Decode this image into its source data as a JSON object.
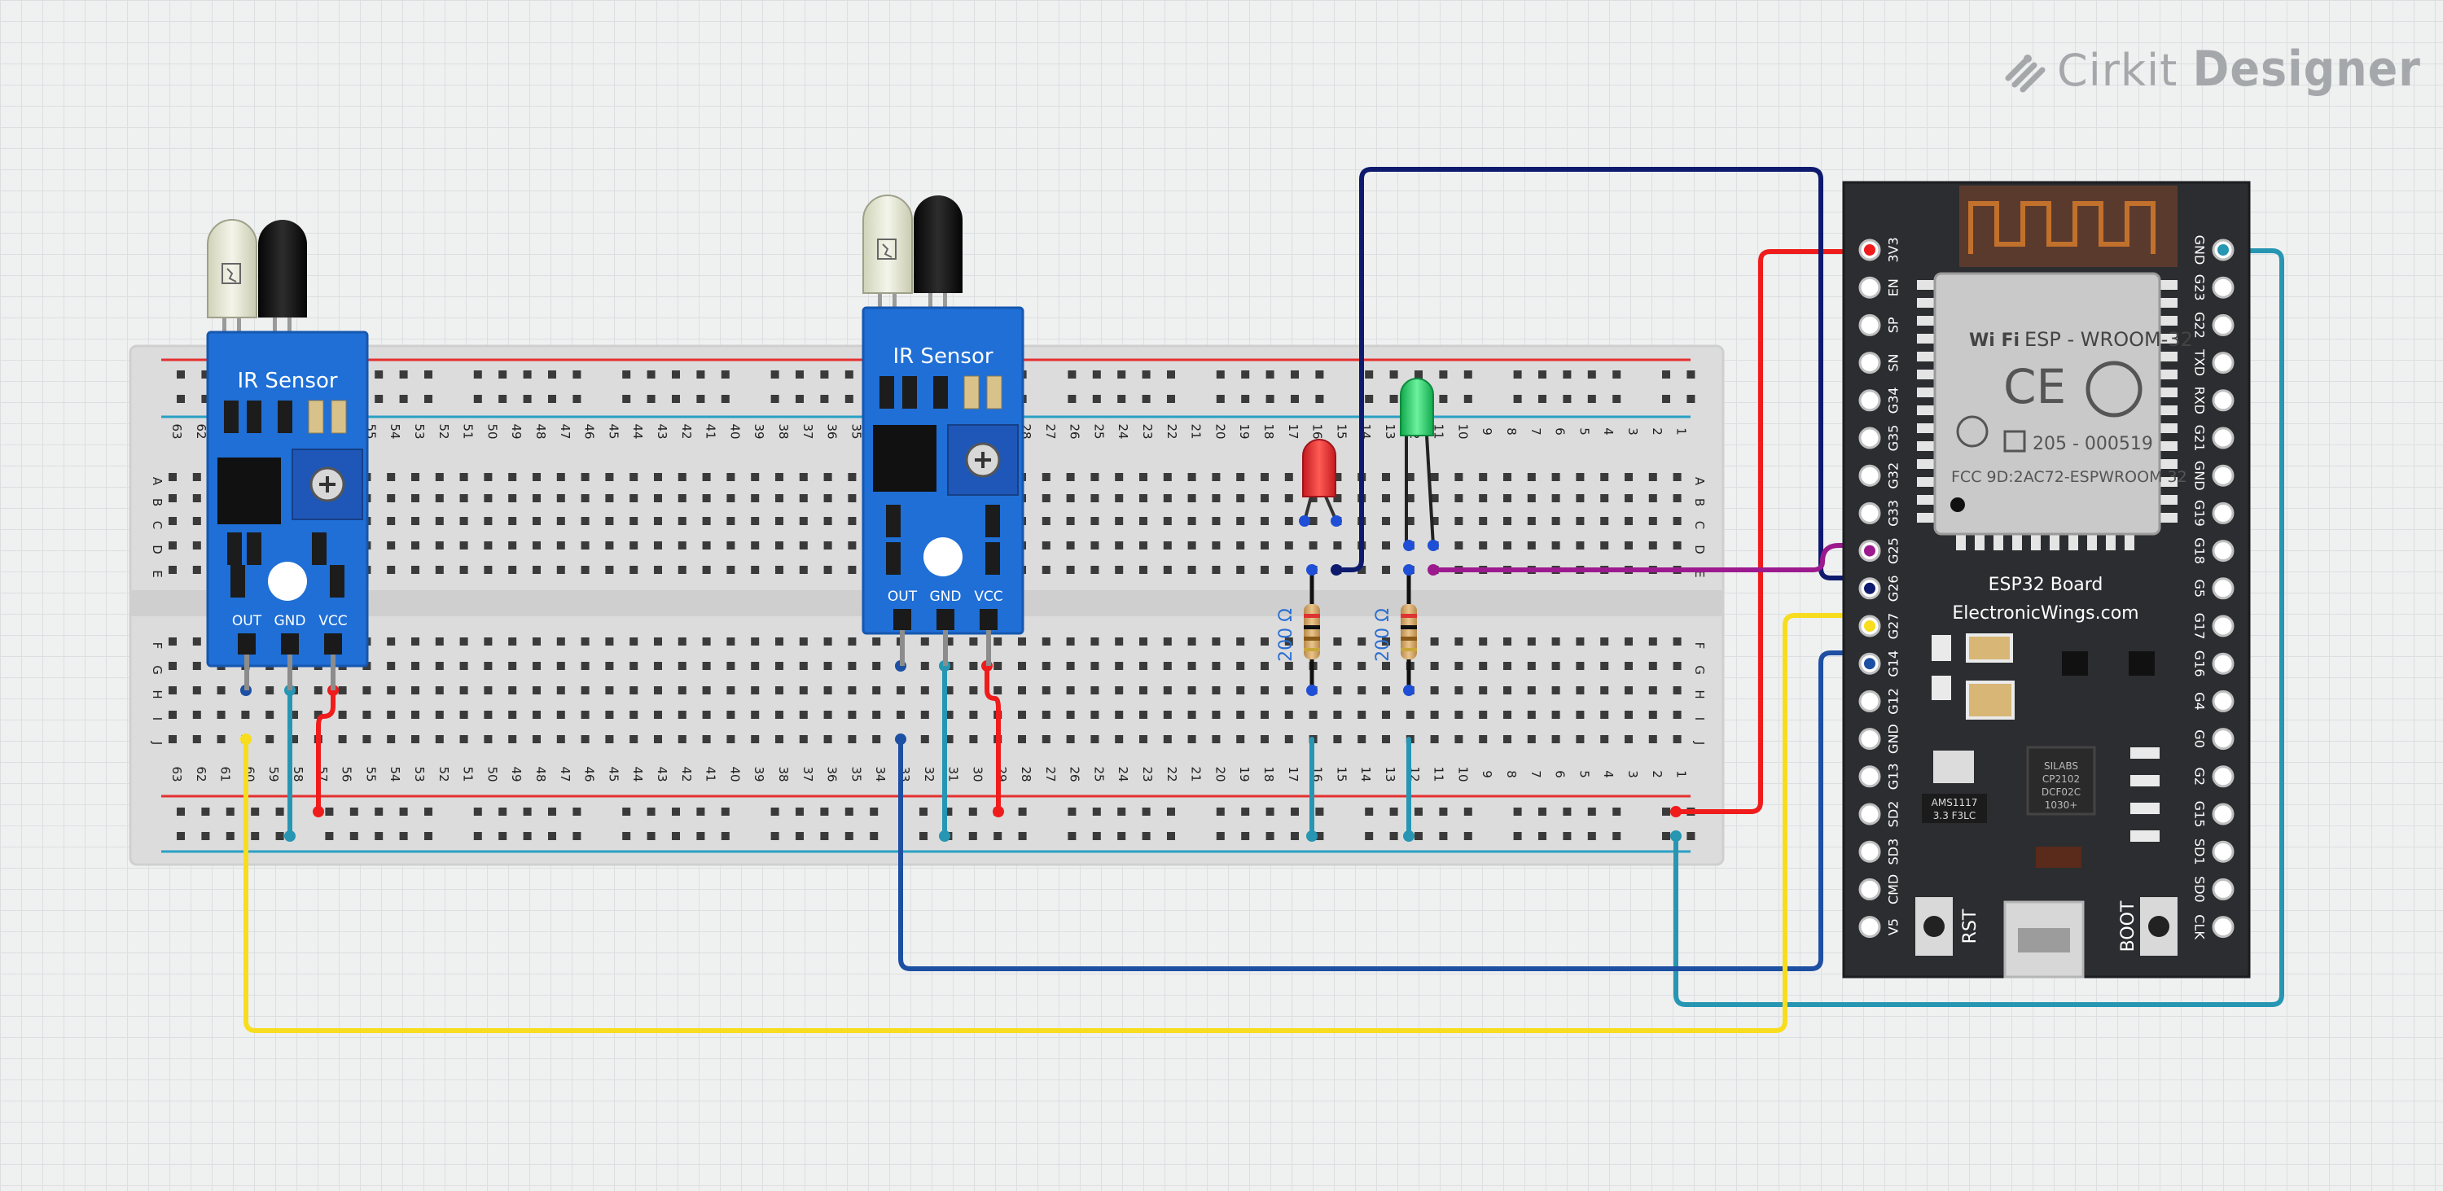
{
  "brand": {
    "name_part1": "Cirkit ",
    "name_part2": "Designer"
  },
  "breadboard": {
    "column_count": 63,
    "row_letters": [
      "A",
      "B",
      "C",
      "D",
      "E",
      "F",
      "G",
      "H",
      "I",
      "J"
    ]
  },
  "ir_sensors": [
    {
      "title": "IR Sensor",
      "pins": [
        "OUT",
        "GND",
        "VCC"
      ]
    },
    {
      "title": "IR Sensor",
      "pins": [
        "OUT",
        "GND",
        "VCC"
      ]
    }
  ],
  "resistors": [
    {
      "label": "200 Ω"
    },
    {
      "label": "200 Ω"
    }
  ],
  "leds": [
    {
      "color": "red",
      "hex": "#e8383a"
    },
    {
      "color": "green",
      "hex": "#2fd66b"
    }
  ],
  "esp32": {
    "module_name": "ESP - WROOM-32",
    "wifi_text": "Wi Fi",
    "ce_text": "CE",
    "cert_number": "205 - 000519",
    "fcc_text": "FCC 9D:2AC72-ESPWROOM 32",
    "board_title": "ESP32 Board",
    "board_site": "ElectronicWings.com",
    "regulator_text": "AMS1117\n3.3 F3LC",
    "usb_chip_text": "SILABS\nCP2102\nDCF02C\n1030+",
    "left_pins": [
      "3V3",
      "EN",
      "SP",
      "SN",
      "G34",
      "G35",
      "G32",
      "G33",
      "G25",
      "G26",
      "G27",
      "G14",
      "G12",
      "GND",
      "G13",
      "SD2",
      "SD3",
      "CMD",
      "V5"
    ],
    "right_pins": [
      "GND",
      "G23",
      "G22",
      "TXD",
      "RXD",
      "G21",
      "GND",
      "G19",
      "G18",
      "G5",
      "G17",
      "G16",
      "G4",
      "G0",
      "G2",
      "G15",
      "SD1",
      "SD0",
      "CLK"
    ],
    "rst_label": "RST",
    "boot_label": "BOOT"
  },
  "colors": {
    "wire_red": "#f01c1c",
    "wire_teal": "#2696b3",
    "wire_navy": "#0d1a6e",
    "wire_blue": "#1d4fa3",
    "wire_purple": "#9c1a8e",
    "wire_yellow": "#f7dd1e",
    "sensor_blue": "#1f6fd6",
    "board_dark": "#2b2d30"
  }
}
